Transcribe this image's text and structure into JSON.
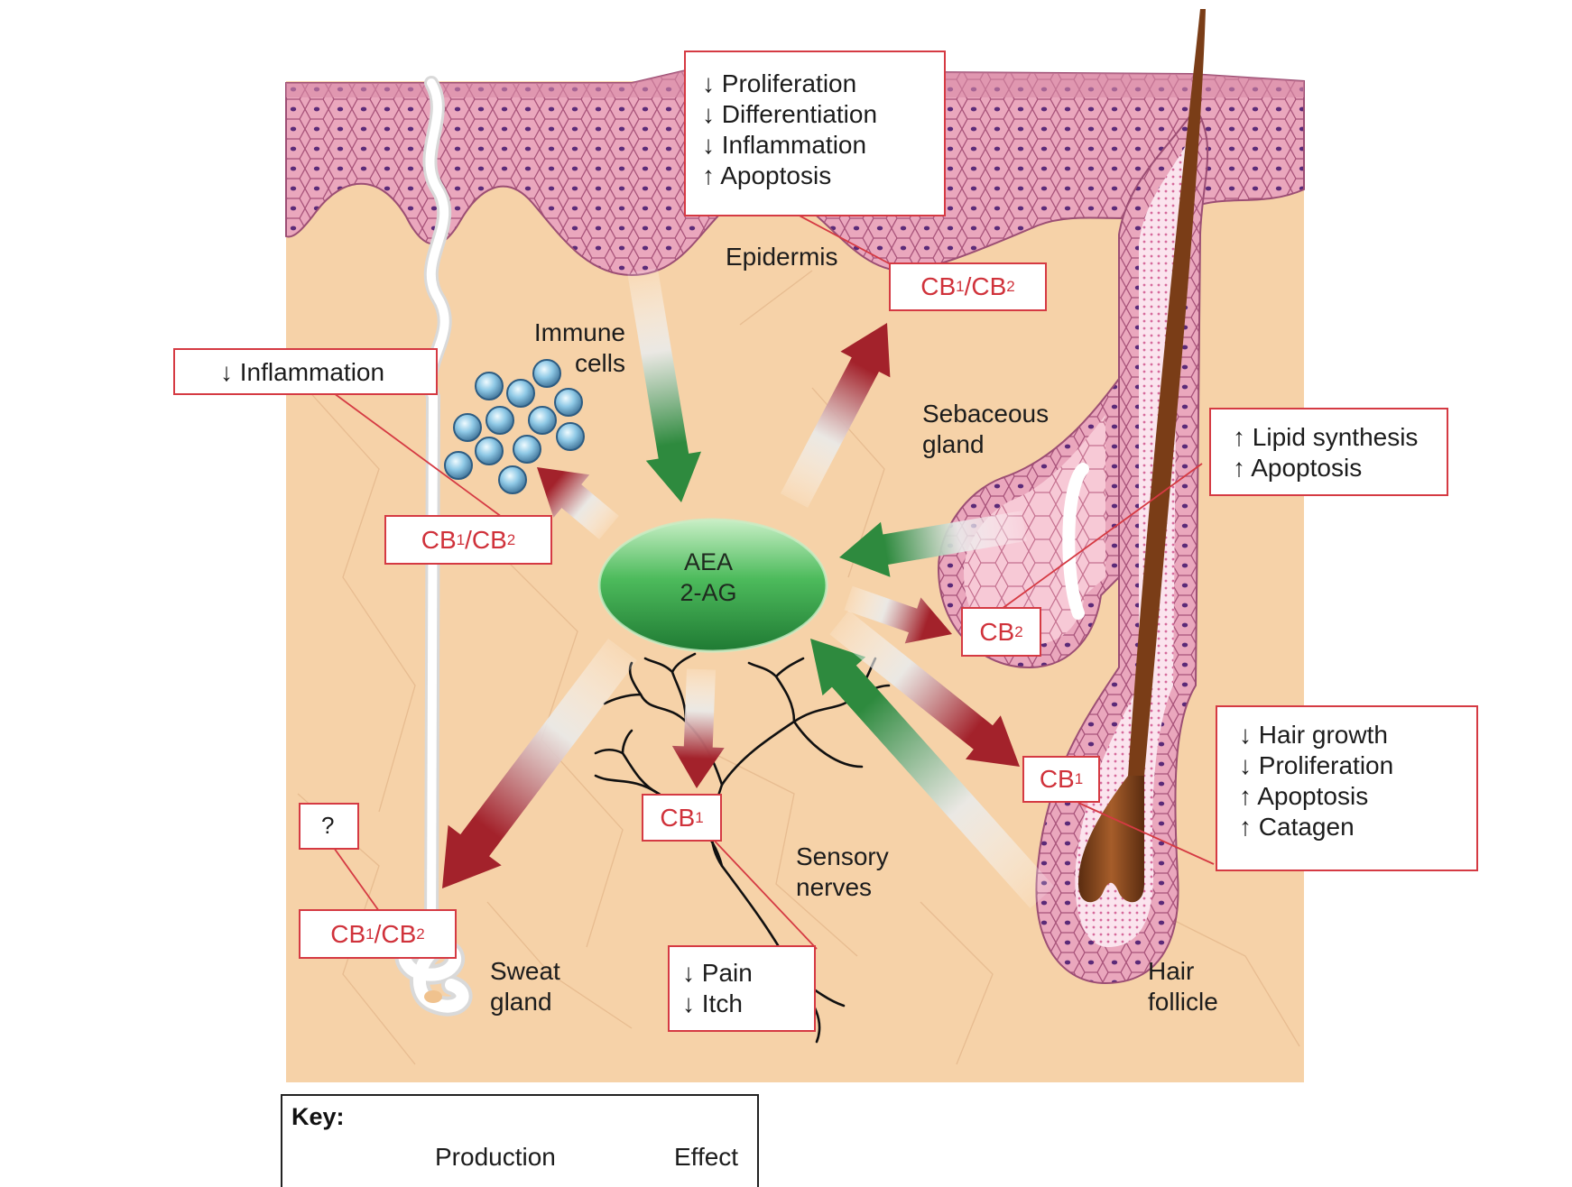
{
  "labels": {
    "epidermis": "Epidermis",
    "immune_cells": [
      "Immune",
      "cells"
    ],
    "sebaceous_gland": [
      "Sebaceous",
      "gland"
    ],
    "sensory_nerves": [
      "Sensory",
      "nerves"
    ],
    "sweat_gland": [
      "Sweat",
      "gland"
    ],
    "hair_follicle": [
      "Hair",
      "follicle"
    ]
  },
  "center": {
    "line1": "AEA",
    "line2": "2-AG"
  },
  "effect_boxes": {
    "epidermis": [
      "↓ Proliferation",
      "↓ Differentiation",
      "↓ Inflammation",
      "↑ Apoptosis"
    ],
    "immune": [
      "↓ Inflammation"
    ],
    "sebaceous": [
      "↑ Lipid synthesis",
      "↑ Apoptosis"
    ],
    "hair": [
      "↓ Hair growth",
      "↓ Proliferation",
      "↑ Apoptosis",
      "↑ Catagen"
    ],
    "nerve": [
      "↓ Pain",
      "↓ Itch"
    ],
    "sweat": [
      "?"
    ]
  },
  "receptors": {
    "epidermis": {
      "main": "CB",
      "sub1": "1",
      "sep": "/CB",
      "sub2": "2"
    },
    "immune": {
      "main": "CB",
      "sub1": "1",
      "sep": "/CB",
      "sub2": "2"
    },
    "sebaceous": {
      "main": "CB",
      "sub1": "2"
    },
    "hair": {
      "main": "CB",
      "sub1": "1"
    },
    "nerve": {
      "main": "CB",
      "sub1": "1"
    },
    "sweat": {
      "main": "CB",
      "sub1": "1",
      "sep": "/CB",
      "sub2": "2"
    }
  },
  "key": {
    "title": "Key:",
    "production": "Production",
    "effect": "Effect"
  },
  "colors": {
    "production_arrow": "#2e8a3e",
    "effect_arrow": "#a3222b",
    "box_border": "#d53a43",
    "receptor_text": "#d0323b",
    "dermis": "#f6d2a8",
    "epidermis": "#e8a2b8",
    "center_ellipse": "#3fae52"
  }
}
